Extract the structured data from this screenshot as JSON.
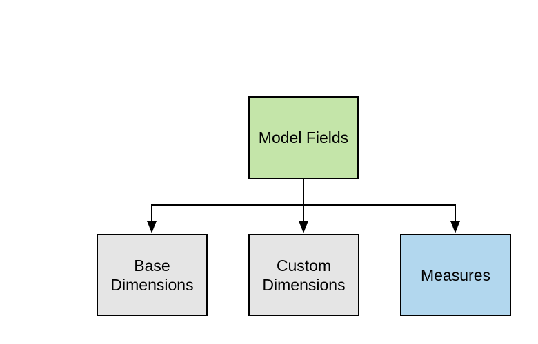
{
  "diagram": {
    "canvas_background": "#ffffff",
    "line_color": "#000000",
    "border_color": "#000000",
    "text_color": "#000000",
    "root": {
      "label": "Model Fields",
      "fill": "#c4e5a9"
    },
    "children": [
      {
        "label": "Base Dimensions",
        "fill": "#e5e5e5"
      },
      {
        "label": "Custom Dimensions",
        "fill": "#e5e5e5"
      },
      {
        "label": "Measures",
        "fill": "#b2d7ee"
      }
    ]
  }
}
